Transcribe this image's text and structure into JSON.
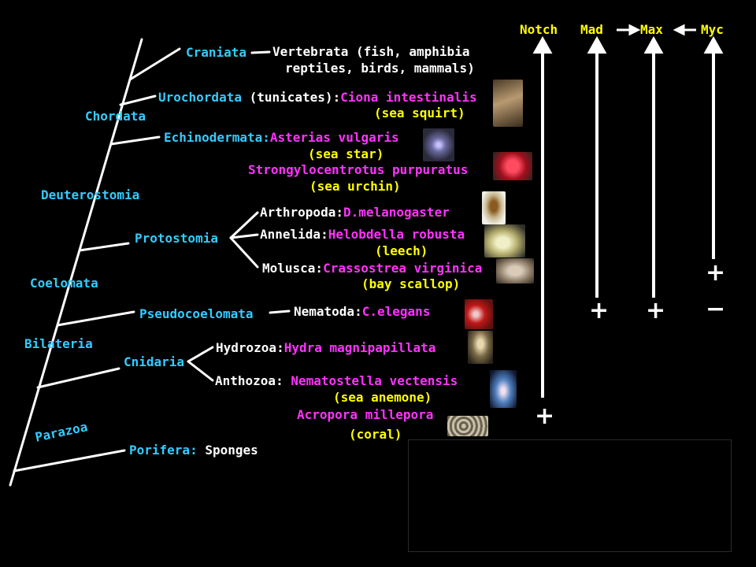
{
  "clades": {
    "craniata": "Craniata",
    "urochordata": "Urochordata",
    "chordata": "Chordata",
    "echinodermata": "Echinodermata:",
    "deuterostomia": "Deuterostomia",
    "protostomia": "Protostomia",
    "coelomata": "Coelomata",
    "pseudocoelomata": "Pseudocoelomata",
    "bilateria": "Bilateria",
    "cnidaria": "Cnidaria",
    "parazoa": "Parazoa",
    "porifera": "Porifera:"
  },
  "taxa": {
    "vertebrata_1": "Vertebrata (fish, amphibia",
    "vertebrata_2": "reptiles, birds, mammals)",
    "tunicates": " (tunicates):",
    "ciona": "Ciona intestinalis",
    "sea_squirt": "(sea squirt)",
    "asterias": "Asterias vulgaris",
    "sea_star": "(sea star)",
    "strongylo": "Strongylocentrotus purpuratus",
    "sea_urchin": "(sea urchin)",
    "arthropoda": "Arthropoda:",
    "dmel": "D.melanogaster",
    "annelida": "Annelida:",
    "helobdella": "Helobdella robusta",
    "leech": "(leech)",
    "molusca": "Molusca:",
    "crassostrea": "Crassostrea virginica",
    "bay_scallop": "(bay scallop)",
    "nematoda": "Nematoda:",
    "celegans": "C.elegans",
    "hydrozoa": "Hydrozoa:",
    "hydra": "Hydra magnipapillata",
    "anthozoa": "Anthozoa: ",
    "nematostella": "Nematostella vectensis",
    "sea_anemone": "(sea anemone)",
    "acropora": "Acropora millepora",
    "coral": "(coral)",
    "sponges": " Sponges"
  },
  "genes": {
    "notch": "Notch",
    "mad": "Mad",
    "max": "Max",
    "myc": "Myc"
  },
  "marks": {
    "notch_plus": "+",
    "mad_plus": "+",
    "max_plus": "+",
    "myc_plus": "+",
    "myc_minus": "−"
  },
  "colors": {
    "clade_label": "#33ccff",
    "species": "#ff33ff",
    "gene_label": "#ffff00",
    "text": "#ffffff"
  }
}
